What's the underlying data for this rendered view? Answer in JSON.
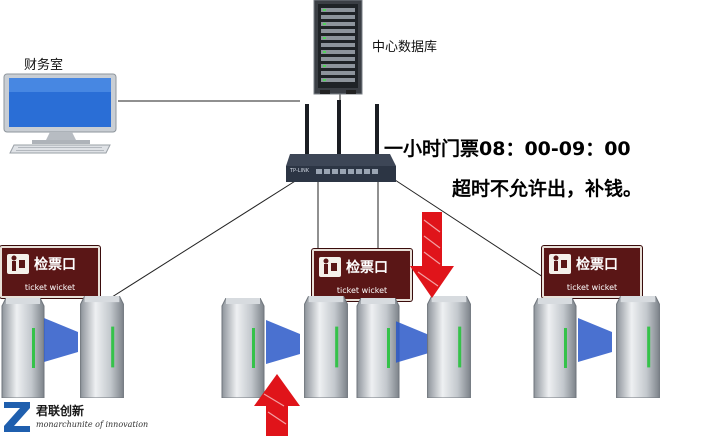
{
  "labels": {
    "finance_room": "财务室",
    "central_database": "中心数据库"
  },
  "notice": {
    "line1": "一小时门票08：00-09：00",
    "line2": "超时不允许出，补钱。"
  },
  "router": {
    "brand": "TP-LINK"
  },
  "signs": {
    "title": "检票口",
    "subtitle": "ticket wicket"
  },
  "logo": {
    "mark": "Z",
    "name": "君联创新",
    "tagline": "monarchunite of innovation"
  },
  "colors": {
    "sign_bg": "#5a1616",
    "arrow_red": "#e0141a",
    "gate_blue": "#2a58c8",
    "router_body": "#2c3544",
    "logo_blue": "#1f5fae"
  }
}
